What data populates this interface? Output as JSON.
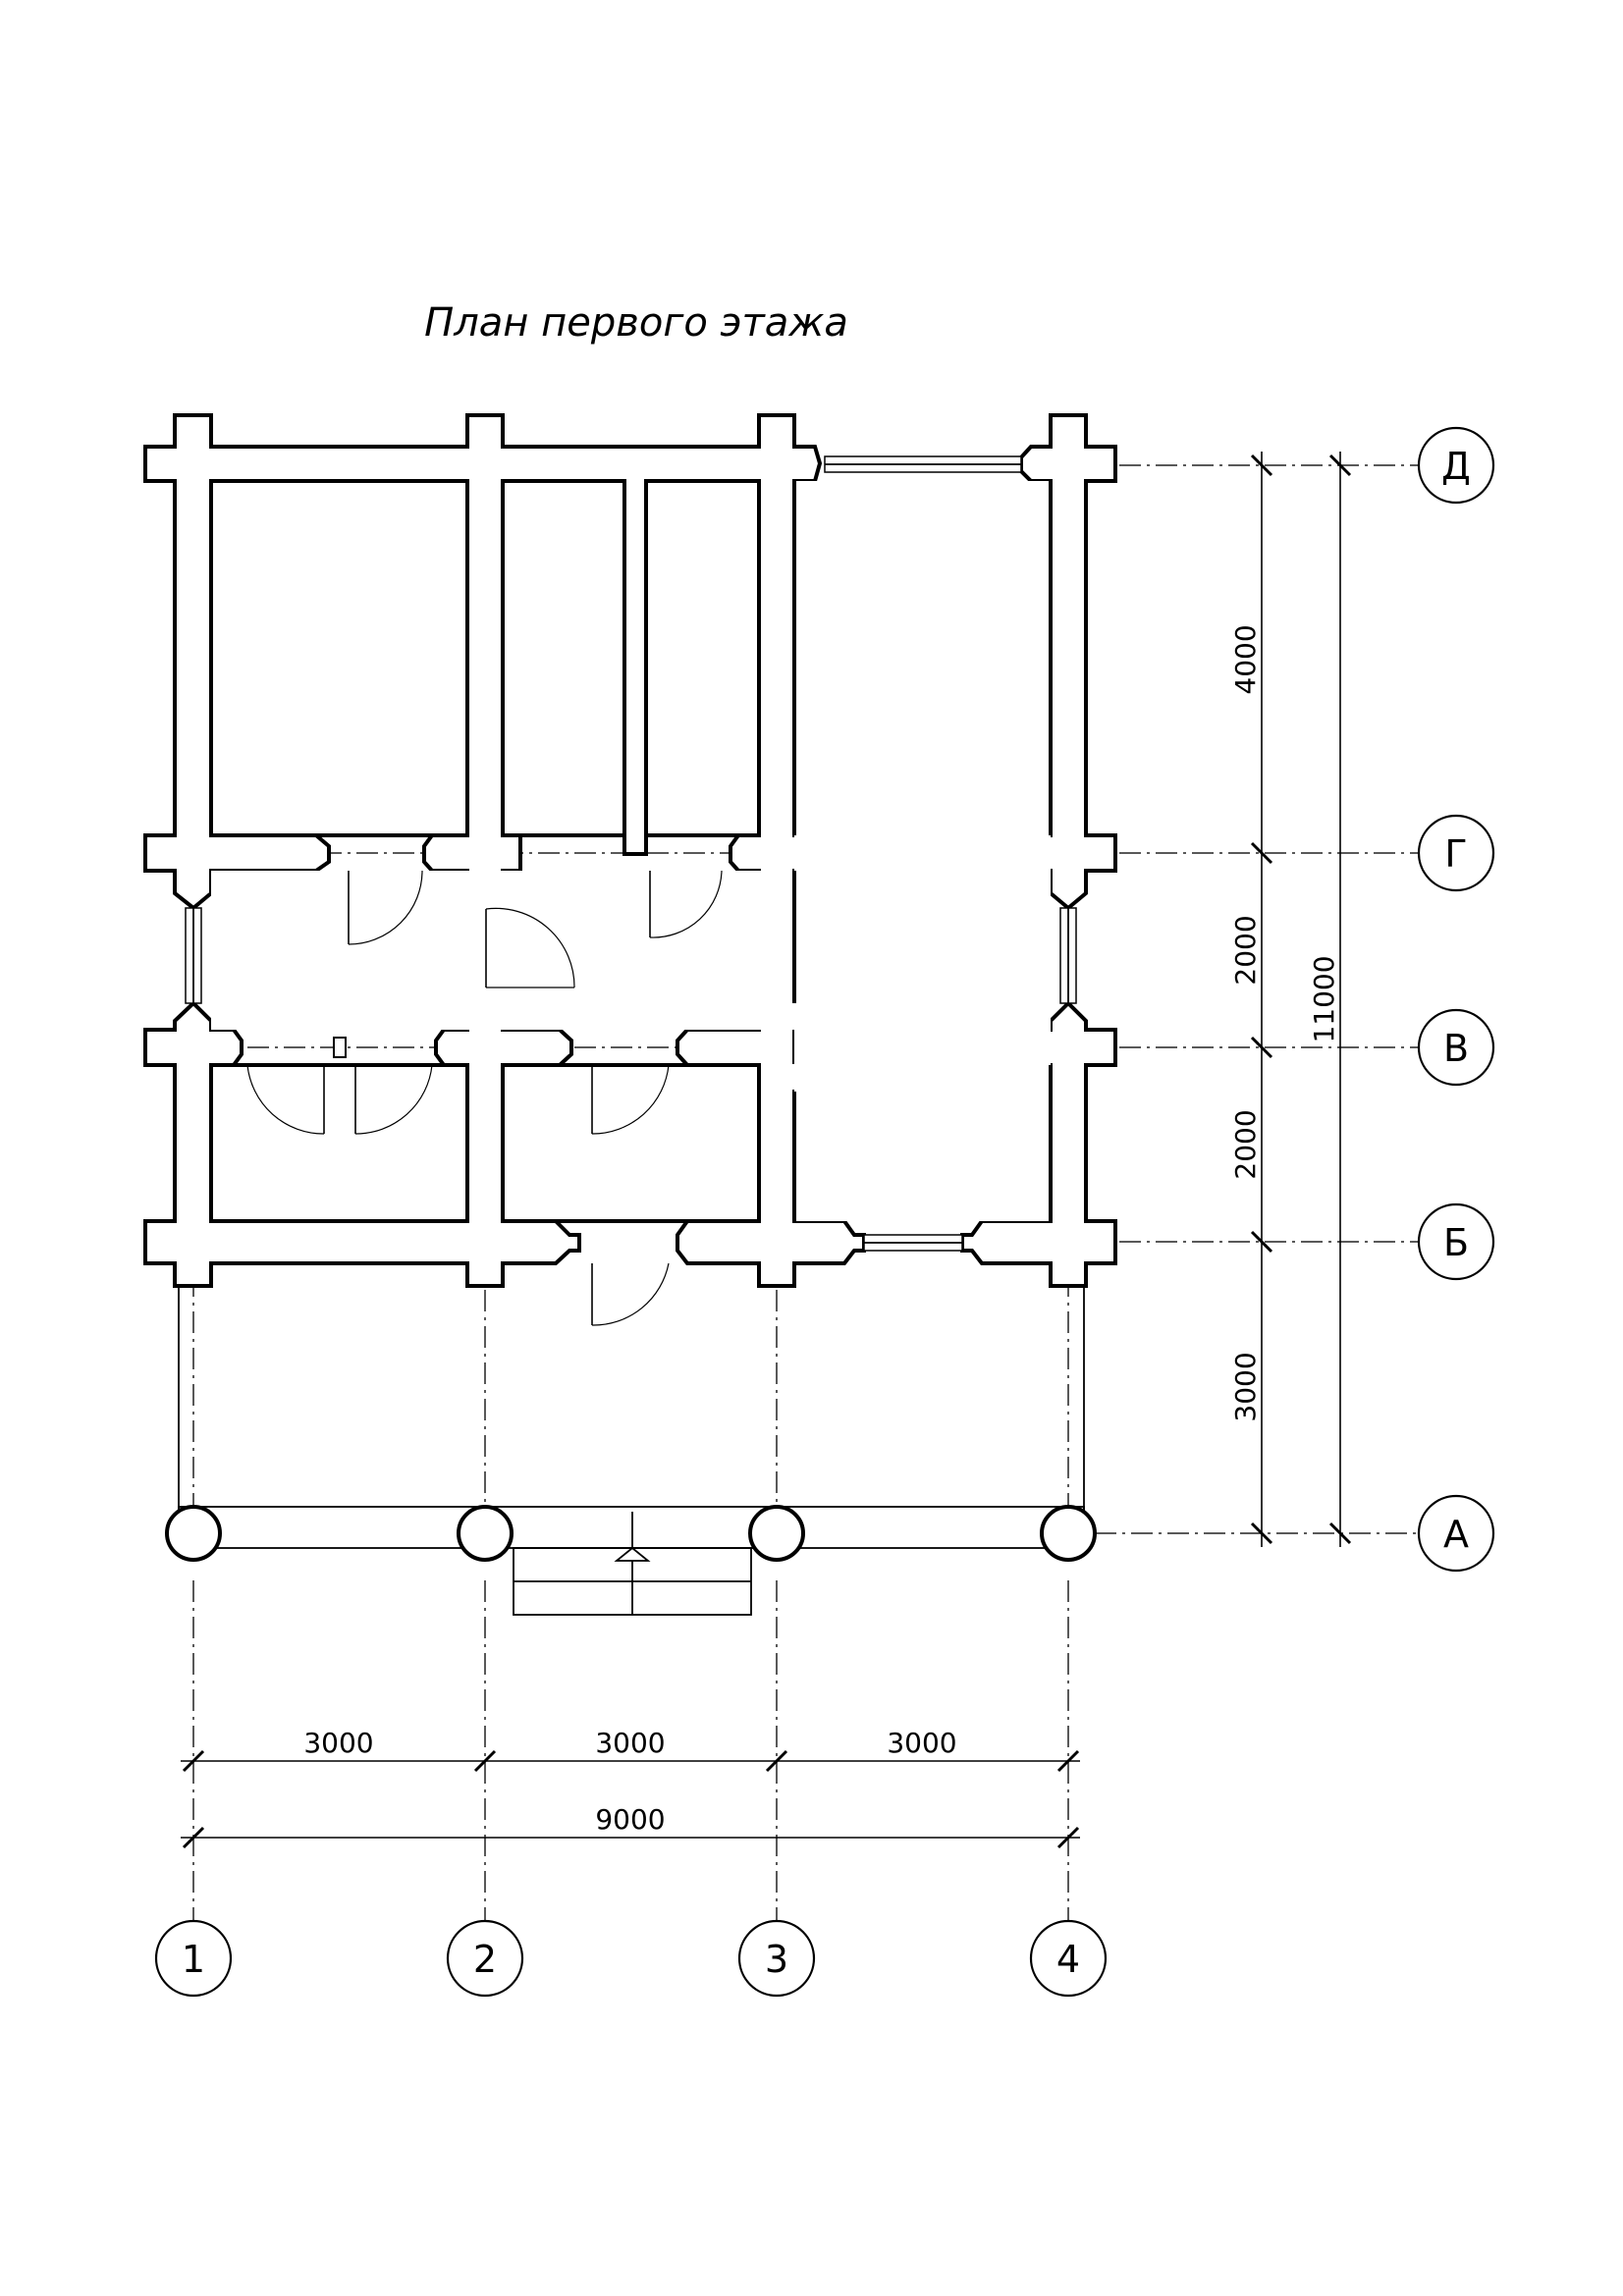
{
  "title": "План первого этажа",
  "axes": {
    "columns": [
      "1",
      "2",
      "3",
      "4"
    ],
    "rows": [
      "Д",
      "Г",
      "В",
      "Б",
      "А"
    ]
  },
  "dimensions": {
    "horizontal_spans": [
      "3000",
      "3000",
      "3000"
    ],
    "horizontal_total": "9000",
    "vertical_spans": [
      "4000",
      "2000",
      "2000",
      "3000"
    ],
    "vertical_total": "11000"
  },
  "colors": {
    "line": "#000000",
    "paper": "#ffffff"
  }
}
